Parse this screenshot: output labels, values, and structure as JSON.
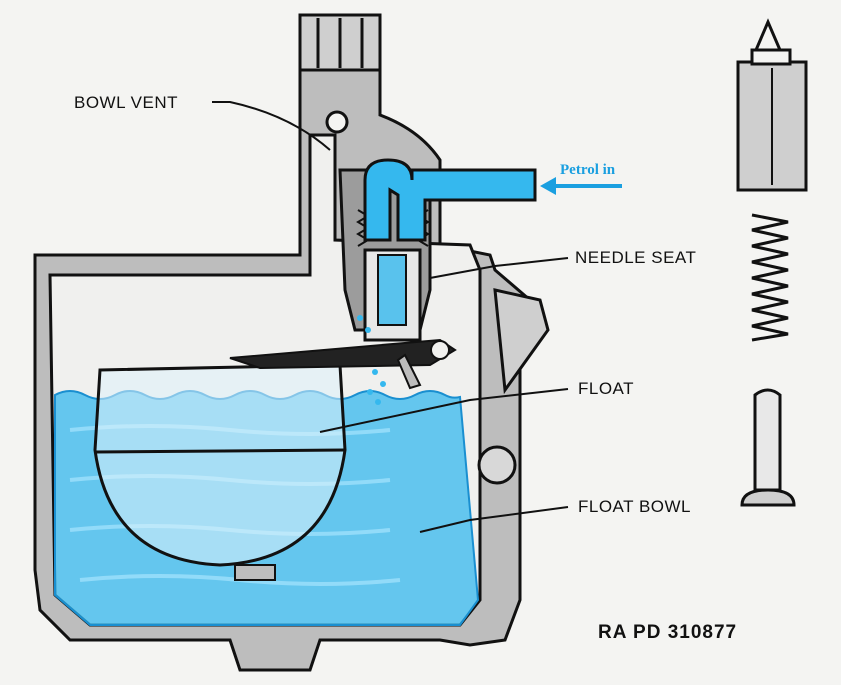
{
  "labels": {
    "bowl_vent": "BOWL VENT",
    "needle_seat": "NEEDLE SEAT",
    "float": "FLOAT",
    "float_bowl": "FLOAT BOWL",
    "petrol_in": "Petrol in",
    "reference": "RA PD 310877"
  },
  "colors": {
    "fuel": "#35b8ee",
    "fuel_light": "#7fd3f5",
    "metal": "#9a9a9a",
    "ink": "#111111"
  }
}
